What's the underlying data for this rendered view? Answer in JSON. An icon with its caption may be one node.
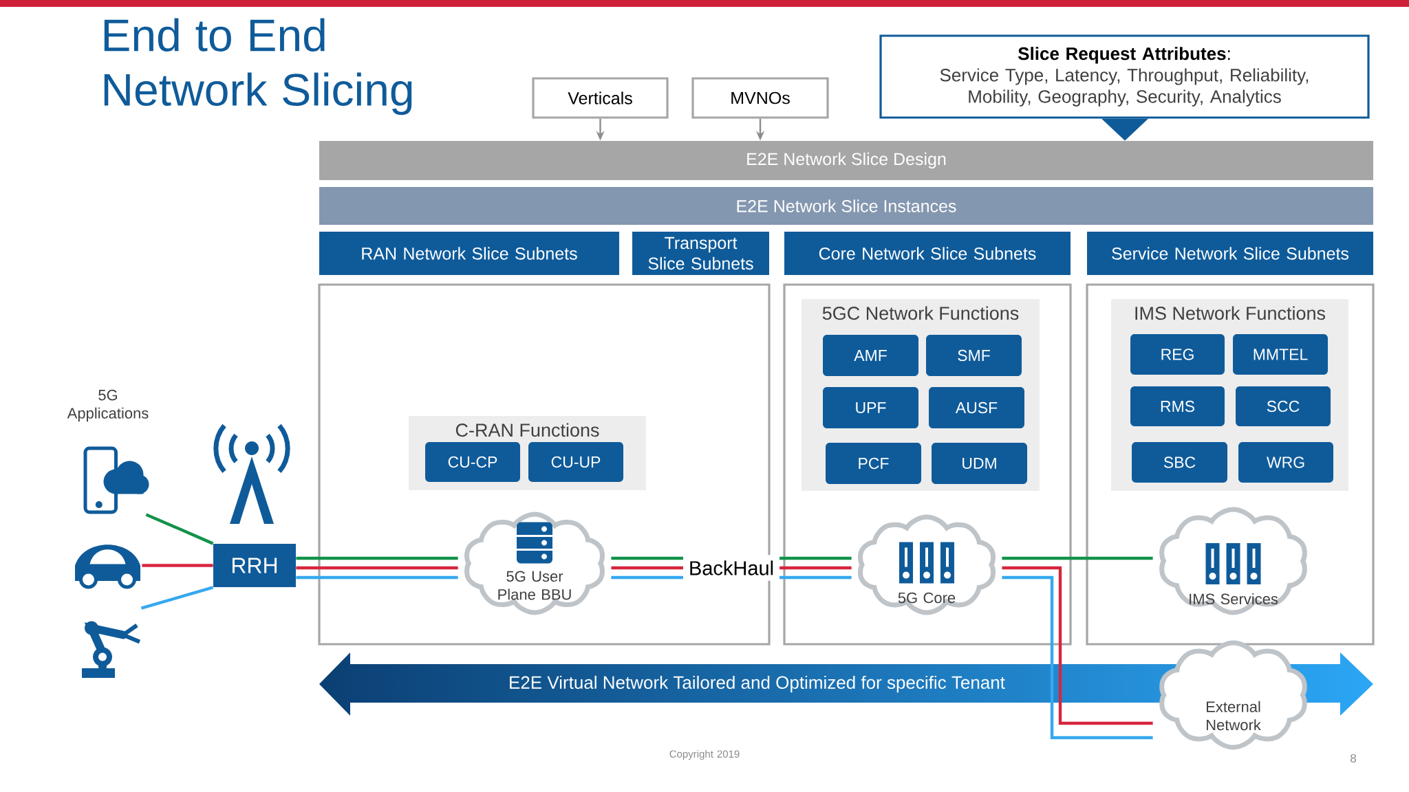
{
  "diagram": {
    "title": "End to End Network Slicing",
    "nodes": [
      {
        "text": [
          "Verticals"
        ]
      },
      {
        "text": [
          "MVNOs"
        ]
      },
      {
        "text": [
          "**Slice Request Attributes**:",
          "Service Type, Latency, Throughput, Reliability, Mobility, Geography, Security, Analytics"
        ]
      },
      {
        "text": [
          "E2E Network Slice Design"
        ]
      },
      {
        "text": [
          "E2E Network Slice Instances"
        ]
      },
      {
        "text": [
          "RAN Network Slice Subnets"
        ]
      },
      {
        "text": [
          "Transport Slice Subnets"
        ]
      },
      {
        "text": [
          "Core Network Slice Subnets"
        ]
      },
      {
        "text": [
          "Service Network Slice Subnets"
        ]
      },
      {
        "text": [],
        "shape": "box"
      },
      {
        "text": [],
        "shape": "box"
      },
      {
        "text": [],
        "shape": "box"
      },
      {
        "text": [
          "C-RAN Functions"
        ],
        "in": 9
      },
      {
        "text": [
          "CU-CP"
        ],
        "in": 12
      },
      {
        "text": [
          "CU-UP"
        ],
        "in": 12
      },
      {
        "text": [
          "5GC Network Functions"
        ],
        "in": 10
      },
      {
        "text": [
          "AMF"
        ],
        "in": 15
      },
      {
        "text": [
          "SMF"
        ],
        "in": 15
      },
      {
        "text": [
          "UPF"
        ],
        "in": 15
      },
      {
        "text": [
          "AUSF"
        ],
        "in": 15
      },
      {
        "text": [
          "PCF"
        ],
        "in": 15
      },
      {
        "text": [
          "UDM"
        ],
        "in": 15
      },
      {
        "text": [
          "IMS Network Functions"
        ],
        "in": 11
      },
      {
        "text": [
          "REG"
        ],
        "in": 22
      },
      {
        "text": [
          "MMTEL"
        ],
        "in": 22
      },
      {
        "text": [
          "RMS"
        ],
        "in": 22
      },
      {
        "text": [
          "SCC"
        ],
        "in": 22
      },
      {
        "text": [
          "SBC"
        ],
        "in": 22
      },
      {
        "text": [
          "WRG"
        ],
        "in": 22
      },
      {
        "text": [
          "5G User Plane BBU"
        ],
        "in": 9
      },
      {
        "text": [
          "5G Core"
        ],
        "in": 10
      },
      {
        "text": [
          "IMS Services"
        ],
        "in": 11
      },
      {
        "text": [],
        "shape": "phone"
      },
      {
        "text": [],
        "shape": "car"
      },
      {
        "text": [],
        "shape": "robot"
      },
      {
        "text": [
          "RRH"
        ]
      },
      {
        "text": [
          "E2E Virtual Network Tailored and Optimized for specific Tenant"
        ]
      },
      {
        "text": [
          "External Network"
        ]
      }
    ],
    "edges": [
      {
        "from": 0,
        "to": 3,
        "arrow": "to",
        "color": "#8c8c8c"
      },
      {
        "from": 1,
        "to": 3,
        "arrow": "to",
        "color": "#8c8c8c"
      },
      {
        "from": 2,
        "to": 3,
        "arrow": "to",
        "color": "#0f5b9a"
      },
      {
        "from": 32,
        "to": 35,
        "arrow": "none",
        "color": "#12924a"
      },
      {
        "from": 33,
        "to": 35,
        "arrow": "none",
        "color": "#d7263d"
      },
      {
        "from": 34,
        "to": 35,
        "arrow": "none",
        "color": "#35a8f0"
      },
      {
        "from": 35,
        "to": 29,
        "arrow": "none",
        "color": "#12924a"
      },
      {
        "from": 35,
        "to": 29,
        "arrow": "none",
        "color": "#d7263d"
      },
      {
        "from": 35,
        "to": 29,
        "arrow": "none",
        "color": "#35a8f0"
      },
      {
        "from": 29,
        "to": 30,
        "arrow": "none",
        "color": "#12924a"
      },
      {
        "from": 29,
        "to": 30,
        "arrow": "none",
        "color": "#d7263d",
        "label": "BackHaul"
      },
      {
        "from": 29,
        "to": 30,
        "arrow": "none",
        "color": "#35a8f0"
      },
      {
        "from": 30,
        "to": 31,
        "arrow": "none",
        "color": "#12924a"
      },
      {
        "from": 30,
        "to": 37,
        "arrow": "none",
        "color": "#d7263d"
      },
      {
        "from": 30,
        "to": 37,
        "arrow": "none",
        "color": "#35a8f0"
      }
    ],
    "labels": [
      "5G Applications",
      "Copyright 2019",
      "8"
    ]
  }
}
